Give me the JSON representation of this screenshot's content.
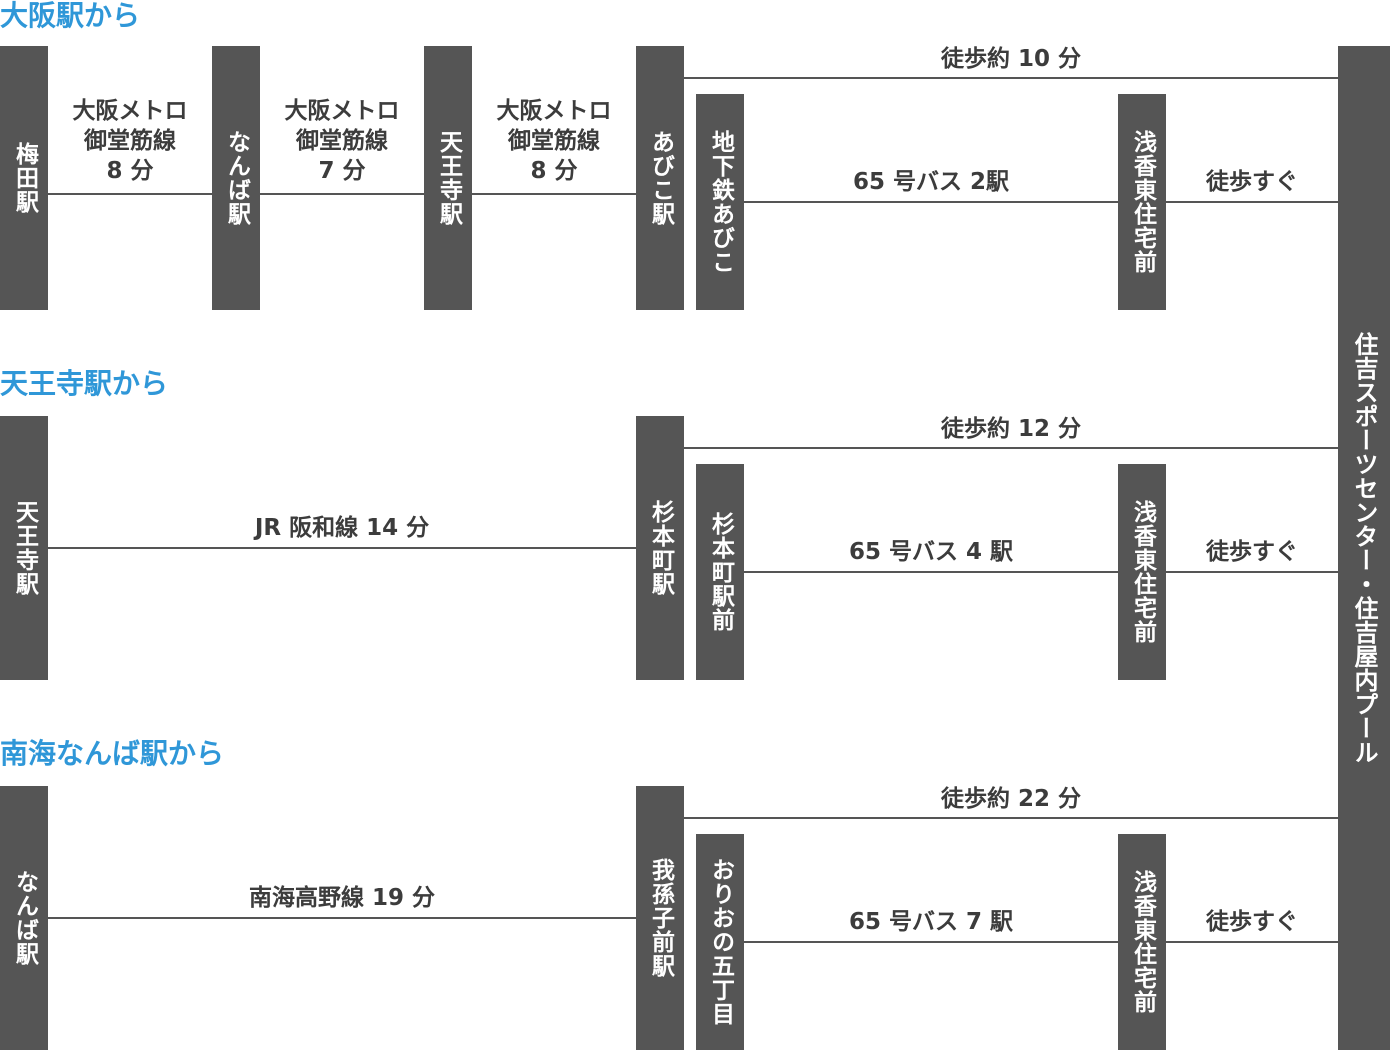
{
  "destination": "住吉スポーツセンター・住吉屋内プール",
  "routes": {
    "osaka": {
      "heading": "大阪駅から",
      "stations": [
        "梅田駅",
        "なんば駅",
        "天王寺駅",
        "あびこ駅"
      ],
      "segments": [
        {
          "line": "大阪メトロ",
          "line2": "御堂筋線",
          "time": "8 分"
        },
        {
          "line": "大阪メトロ",
          "line2": "御堂筋線",
          "time": "7 分"
        },
        {
          "line": "大阪メトロ",
          "line2": "御堂筋線",
          "time": "8 分"
        }
      ],
      "walk": "徒歩約 10 分",
      "bus_stop": "地下鉄あびこ",
      "bus": "65 号バス 2駅",
      "arrival_stop": "浅香東住宅前",
      "final_walk": "徒歩すぐ"
    },
    "tennoji": {
      "heading": "天王寺駅から",
      "start_station": "天王寺駅",
      "transfer_station": "杉本町駅",
      "train": "JR 阪和線 14 分",
      "walk": "徒歩約 12 分",
      "bus_stop": "杉本町駅前",
      "bus": "65 号バス 4 駅",
      "arrival_stop": "浅香東住宅前",
      "final_walk": "徒歩すぐ"
    },
    "namba": {
      "heading": "南海なんば駅から",
      "start_station": "なんば駅",
      "transfer_station": "我孫子前駅",
      "train": "南海高野線 19 分",
      "walk": "徒歩約 22 分",
      "bus_stop": "おりおの五丁目",
      "bus": "65 号バス 7 駅",
      "arrival_stop": "浅香東住宅前",
      "final_walk": "徒歩すぐ"
    }
  },
  "colors": {
    "box": "#555555",
    "heading": "#2f97d8",
    "text": "#3c3c3c"
  }
}
